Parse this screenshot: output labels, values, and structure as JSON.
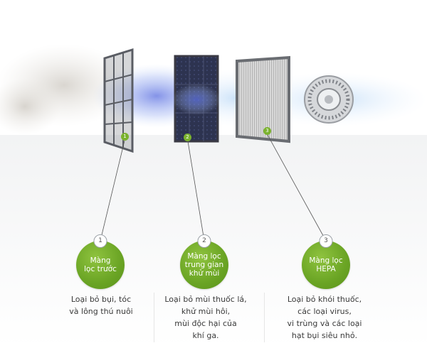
{
  "stages": [
    {
      "number": "1",
      "title": "Màng\nlọc trước",
      "description": "Loại bỏ bụi, tóc\nvà lông thú nuôi"
    },
    {
      "number": "2",
      "title": "Màng lọc\ntrung gian\nkhử mùi",
      "description": "Loại bỏ mùi thuốc lá,\nkhử mùi hôi,\nmùi độc hại của\nkhí ga."
    },
    {
      "number": "3",
      "title": "Màng lọc\nHEPA",
      "description": "Loại bỏ khói thuốc,\ncác loại virus,\nvi trùng và các loại\nhạt bụi siêu nhỏ."
    }
  ],
  "colors": {
    "accent_green": "#7ab22d",
    "text": "#3a3a3a"
  }
}
